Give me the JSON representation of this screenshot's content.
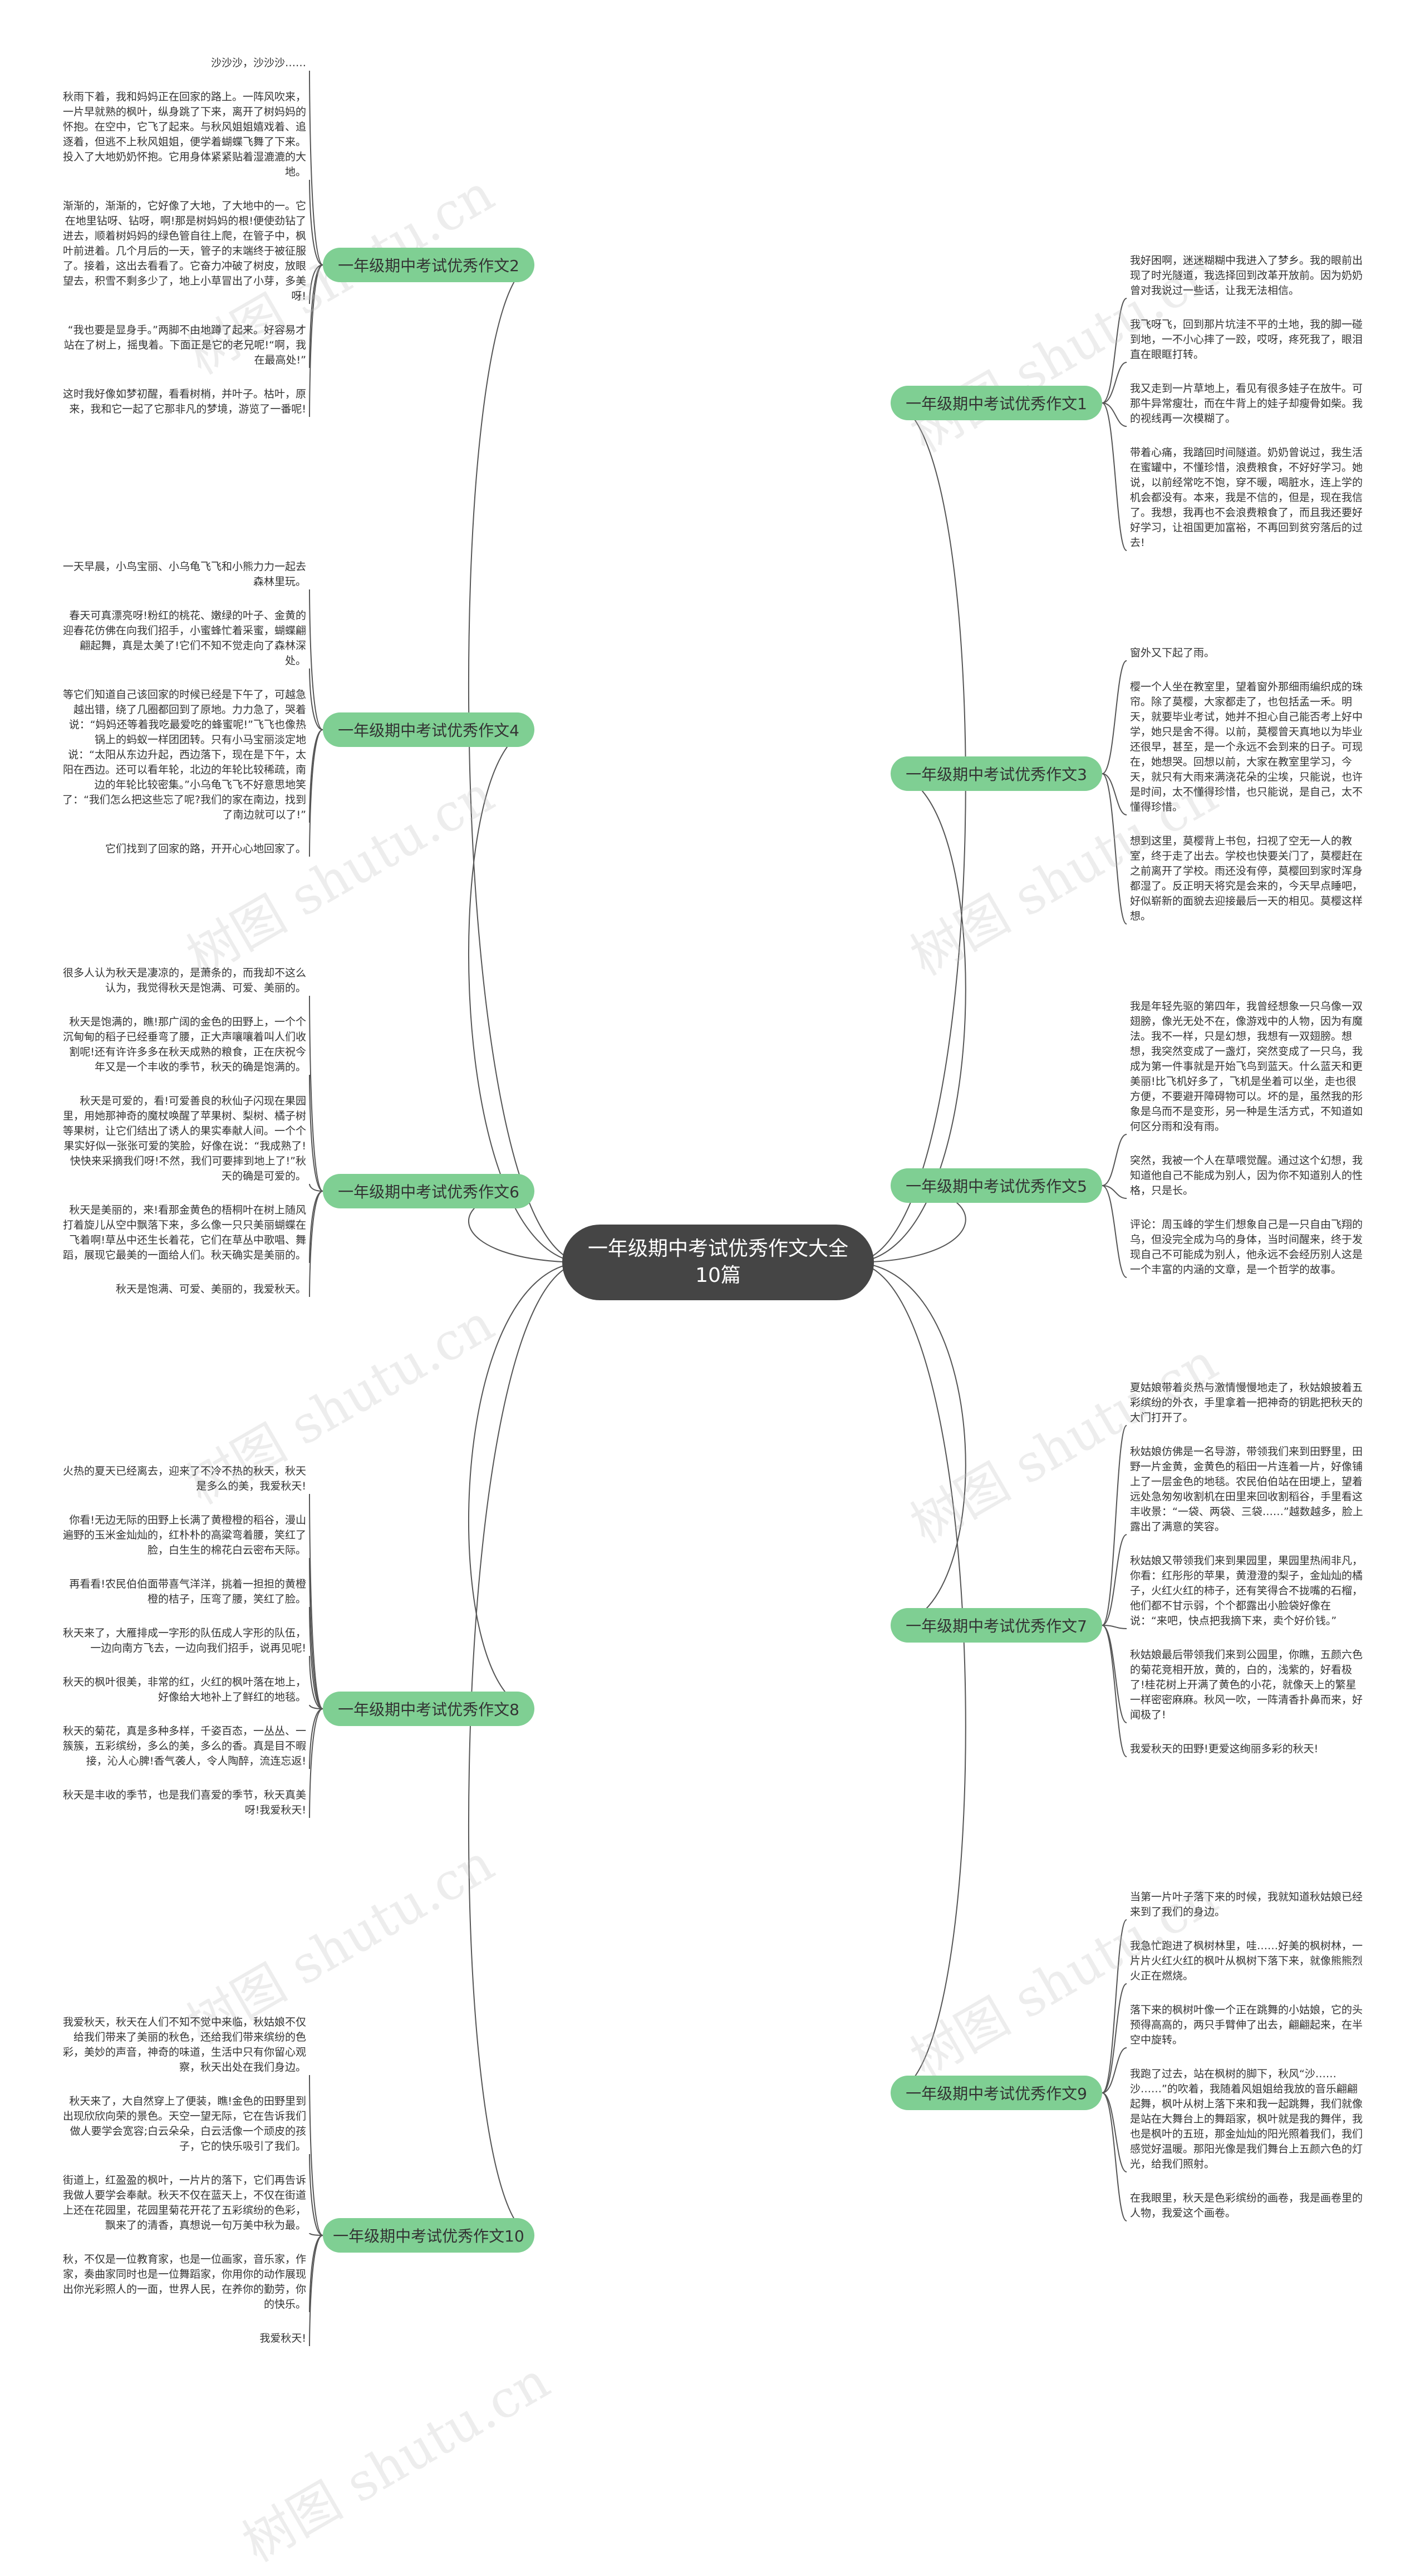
{
  "center_title": "一年级期中考试优秀作文大全10篇",
  "watermark_text": "树图 shutu.cn",
  "colors": {
    "branch": "#7fcf93",
    "center": "#454545",
    "edge": "#555555"
  },
  "branches": [
    {
      "label": "一年级期中考试优秀作文2",
      "side": "left",
      "leaves": [
        "沙沙沙，沙沙沙……",
        "秋雨下着，我和妈妈正在回家的路上。一阵风吹来，一片早就熟的枫叶，纵身跳了下来，离开了树妈妈的怀抱。在空中，它飞了起来。与秋风姐姐嬉戏着、追逐着，但逃不上秋风姐姐，便学着蝴蝶飞舞了下来。投入了大地奶奶怀抱。它用身体紧紧贴着湿漉漉的大地。",
        "渐渐的，渐渐的，它好像了大地，了大地中的一。它在地里钻呀、钻呀，啊!那是树妈妈的根!便使劲钻了进去，顺着树妈妈的绿色管自往上爬，在管子中，枫叶前进着。几个月后的一天，管子的末端终于被征服了。接着，这出去看看了。它奋力冲破了树皮，放眼望去，积雪不剩多少了，地上小草冒出了小芽，多美呀!",
        "“我也要是显身手。”两脚不由地蹲了起来。好容易才站在了树上，摇曳着。下面正是它的老兄呢!“啊，我在最高处!”",
        "这时我好像如梦初醒，看看树梢，并叶子。枯叶，原来，我和它一起了它那非凡的梦境，游览了一番呢!"
      ]
    },
    {
      "label": "一年级期中考试优秀作文4",
      "side": "left",
      "leaves": [
        "一天早晨，小鸟宝丽、小乌龟飞飞和小熊力力一起去森林里玩。",
        "春天可真漂亮呀!粉红的桃花、嫩绿的叶子、金黄的迎春花仿佛在向我们招手，小蜜蜂忙着采蜜，蝴蝶翩翩起舞，真是太美了!它们不知不觉走向了森林深处。",
        "等它们知道自己该回家的时候已经是下午了，可越急越出错，绕了几圈都回到了原地。力力急了，哭着说：“妈妈还等着我吃最爱吃的蜂蜜呢!”飞飞也像热锅上的蚂蚁一样团团转。只有小马宝丽淡定地说：“太阳从东边升起，西边落下，现在是下午，太阳在西边。还可以看年轮，北边的年轮比较稀疏，南边的年轮比较密集。”小乌龟飞飞不好意思地笑了：“我们怎么把这些忘了呢?我们的家在南边，找到了南边就可以了!”",
        "它们找到了回家的路，开开心心地回家了。"
      ]
    },
    {
      "label": "一年级期中考试优秀作文6",
      "side": "left",
      "leaves": [
        "很多人认为秋天是凄凉的，是萧条的，而我却不这么认为，我觉得秋天是饱满、可爱、美丽的。",
        "秋天是饱满的，瞧!那广阔的金色的田野上，一个个沉甸甸的稻子已经垂弯了腰，正大声嚷嚷着叫人们收割呢!还有许许多多在秋天成熟的粮食，正在庆祝今年又是一个丰收的季节，秋天的确是饱满的。",
        "秋天是可爱的，看!可爱善良的秋仙子闪现在果园里，用她那神奇的魔杖唤醒了苹果树、梨树、橘子树等果树，让它们结出了诱人的果实奉献人间。一个个果实好似一张张可爱的笑脸，好像在说：“我成熟了!快快来采摘我们呀!不然，我们可要摔到地上了!”秋天的确是可爱的。",
        "秋天是美丽的，来!看那金黄色的梧桐叶在树上随风打着旋儿从空中飘落下来，多么像一只只美丽蝴蝶在飞着啊!草丛中还生长着花，它们在草丛中歌唱、舞蹈，展现它最美的一面给人们。秋天确实是美丽的。",
        "秋天是饱满、可爱、美丽的，我爱秋天。"
      ]
    },
    {
      "label": "一年级期中考试优秀作文8",
      "side": "left",
      "leaves": [
        "火热的夏天已经离去，迎来了不冷不热的秋天，秋天是多么的美，我爱秋天!",
        "你看!无边无际的田野上长满了黄橙橙的稻谷，漫山遍野的玉米金灿灿的，红朴朴的高粱弯着腰，笑红了脸，白生生的棉花白云密布天际。",
        "再看看!农民伯伯面带喜气洋洋，挑着一担担的黄橙橙的桔子，压弯了腰，笑红了脸。",
        "秋天来了，大雁排成一字形的队伍成人字形的队伍，一边向南方飞去，一边向我们招手，说再见呢!",
        "秋天的枫叶很美，非常的红，火红的枫叶落在地上，好像给大地补上了鲜红的地毯。",
        "秋天的菊花，真是多种多样，千姿百态，一丛丛、一簇簇，五彩缤纷，多么的美，多么的香。真是目不暇接，沁人心脾!香气袭人，令人陶醉，流连忘返!",
        "秋天是丰收的季节，也是我们喜爱的季节，秋天真美呀!我爱秋天!"
      ]
    },
    {
      "label": "一年级期中考试优秀作文10",
      "side": "left",
      "leaves": [
        "我爱秋天，秋天在人们不知不觉中来临，秋姑娘不仅给我们带来了美丽的秋色，还给我们带来缤纷的色彩，美妙的声音，神奇的味道，生活中只有你留心观察，秋天出处在我们身边。",
        "秋天来了，大自然穿上了便装，瞧!金色的田野里到出现欣欣向荣的景色。天空一望无际，它在告诉我们做人要学会宽容;白云朵朵，白云活像一个顽皮的孩子，它的快乐吸引了我们。",
        "街道上，红盈盈的枫叶，一片片的落下，它们再告诉我做人要学会奉献。秋天不仅在蓝天上，不仅在街道上还在花园里，花园里菊花开花了五彩缤纷的色彩，飘来了的清香，真想说一句万美中秋为最。",
        "秋，不仅是一位教育家，也是一位画家，音乐家，作家，奏曲家同时也是一位舞蹈家，你用你的动作展现出你光彩照人的一面，世界人民，在养你的勤劳，你的快乐。",
        "我爱秋天!"
      ]
    },
    {
      "label": "一年级期中考试优秀作文1",
      "side": "right",
      "leaves": [
        "我好困啊，迷迷糊糊中我进入了梦乡。我的眼前出现了时光隧道，我选择回到改革开放前。因为奶奶曾对我说过一些话，让我无法相信。",
        "我飞呀飞，回到那片坑洼不平的土地，我的脚一碰到地，一不小心摔了一跤，哎呀，疼死我了，眼泪直在眼眶打转。",
        "我又走到一片草地上，看见有很多娃子在放牛。可那牛异常瘦壮，而在牛背上的娃子却瘦骨如柴。我的视线再一次模糊了。",
        "带着心痛，我踏回时间隧道。奶奶曾说过，我生活在蜜罐中，不懂珍惜，浪费粮食，不好好学习。她说，以前经常吃不饱，穿不暖，喝脏水，连上学的机会都没有。本来，我是不信的，但是，现在我信了。我想，我再也不会浪费粮食了，而且我还要好好学习，让祖国更加富裕，不再回到贫穷落后的过去!"
      ]
    },
    {
      "label": "一年级期中考试优秀作文3",
      "side": "right",
      "leaves": [
        "窗外又下起了雨。",
        "樱一个人坐在教室里，望着窗外那细雨编织成的珠帘。除了莫樱，大家都走了，也包括孟一禾。明天，就要毕业考试，她并不担心自己能否考上好中学，她只是舍不得。以前，莫樱曾天真地以为毕业还很早，甚至，是一个永远不会到来的日子。可现在，她想哭。回想以前，大家在教室里学习，今天，就只有大雨来满浇花朵的尘埃，只能说，也许是时间，太不懂得珍惜，也只能说，是自己，太不懂得珍惜。",
        "想到这里，莫樱背上书包，扫视了空无一人的教室，终于走了出去。学校也快要关门了，莫樱赶在之前离开了学校。雨还没有停，莫樱回到家时浑身都湿了。反正明天将究是会来的，今天早点睡吧，好似崭新的面貌去迎接最后一天的相见。莫樱这样想。"
      ]
    },
    {
      "label": "一年级期中考试优秀作文5",
      "side": "right",
      "leaves": [
        "我是年轻先驱的第四年，我曾经想象一只乌像一双翅膀，像光无处不在，像游戏中的人物，因为有魔法。我不一样，只是幻想，我想有一双翅膀。想想，我突然变成了一盏灯，突然变成了一只乌，我成为第一件事就是开始飞鸟到蓝天。什么蓝天和更美丽!比飞机好多了，飞机是坐着可以坐，走也很方便，不要避开障碍物可以。坏的是，虽然我的形象是乌而不是变形，另一种是生活方式，不知道如何区分雨和没有雨。",
        "突然，我被一个人在草喂觉醒。通过这个幻想，我知道他自己不能成为别人，因为你不知道别人的性格，只是长。",
        "评论：周玉峰的学生们想象自己是一只自由飞翔的乌，但没完全成为乌的身体，当时间醒来，终于发现自己不可能成为别人，他永远不会经历别人这是一个丰富的内涵的文章，是一个哲学的故事。"
      ]
    },
    {
      "label": "一年级期中考试优秀作文7",
      "side": "right",
      "leaves": [
        "夏姑娘带着炎热与激情慢慢地走了，秋姑娘披着五彩缤纷的外衣，手里拿着一把神奇的钥匙把秋天的大门打开了。",
        "秋姑娘仿佛是一名导游，带领我们来到田野里，田野一片金黄，金黄色的稻田一片连着一片，好像铺上了一层金色的地毯。农民伯伯站在田埂上，望着远处急匆匆收割机在田里来回收割稻谷，手里看这丰收景：“一袋、两袋、三袋……”越数越多，脸上露出了满意的笑容。",
        "秋姑娘又带领我们来到果园里，果园里热闹非凡，你看：红彤彤的苹果，黄澄澄的梨子，金灿灿的橘子，火红火红的柿子，还有笑得合不拢嘴的石榴，他们都不甘示弱，个个都露出小脸袋好像在说：“来吧，快点把我摘下来，卖个好价钱。”",
        "秋姑娘最后带领我们来到公园里，你瞧，五颜六色的菊花竞相开放，黄的，白的，浅紫的，好看极了!桂花树上开满了黄色的小花，就像天上的繁星一样密密麻麻。秋风一吹，一阵清香扑鼻而来，好闻极了!",
        "我爱秋天的田野!更爱这绚丽多彩的秋天!"
      ]
    },
    {
      "label": "一年级期中考试优秀作文9",
      "side": "right",
      "leaves": [
        "当第一片叶子落下来的时候，我就知道秋姑娘已经来到了我们的身边。",
        "我急忙跑进了枫树林里，哇……好美的枫树林，一片片火红火红的枫叶从枫树下落下来，就像熊熊烈火正在燃烧。",
        "落下来的枫树叶像一个正在跳舞的小姑娘，它的头预得高高的，两只手臂伸了出去，翩翩起来，在半空中旋转。",
        "我跑了过去，站在枫树的脚下，秋风“沙……沙……”的吹着，我随着风姐姐给我放的音乐翩翩起舞，枫叶从树上落下来和我一起跳舞，我们就像是站在大舞台上的舞蹈家，枫叶就是我的舞伴，我也是枫叶的五班，那金灿灿的阳光照着我们，我们感觉好温暖。那阳光像是我们舞台上五颜六色的灯光，给我们照射。",
        "在我眼里，秋天是色彩缤纷的画卷，我是画卷里的人物，我爱这个画卷。"
      ]
    }
  ]
}
